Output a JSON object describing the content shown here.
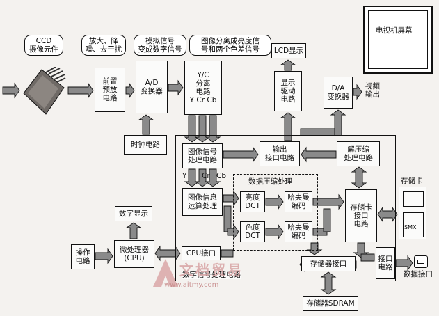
{
  "ccd": {
    "label": "CCD\n摄像元件"
  },
  "callouts": {
    "noise": "放大、降\n噪、去干扰",
    "adc": "模拟信号\n变成数字信号",
    "yc": "图像分离成亮度信\n号和两个色差信号"
  },
  "blocks": {
    "preamp": "前置\n预放\n电路",
    "ad": "A/D\n变换器",
    "yc_sep": "Y/C\n分离\n电路\nY Cr Cb",
    "clock": "时钟电路",
    "lcd": "LCD显示",
    "lcd_drv": "显示\n驱动\n电路",
    "da": "D/A\n变换器",
    "video_out": "视频\n输出",
    "tv_screen": "电视机屏幕",
    "img_proc": "图像信号\n处理电路",
    "out_if": "输出\n接口电路",
    "decomp": "解压缩\n处理电路",
    "img_info": "图像信息\n运算处理",
    "luma_dct": "亮度\nDCT",
    "chroma_dct": "色度\nDCT",
    "huff1": "哈夫曼\n编码",
    "huff2": "哈夫曼\n编码",
    "card_if": "存储卡\n接口\n电路",
    "card_port": "接口\n电路",
    "data_port": "数据接口",
    "mem_if": "存储器接口",
    "sdram": "存储器SDRAM",
    "cpu_if": "CPU接口",
    "cpu": "微处理器\n(CPU)",
    "op": "操作\n电路",
    "digital_disp": "数字显示",
    "card_label": "存储卡",
    "card_smx": "SMX"
  },
  "labels": {
    "compress_title": "数据压缩处理",
    "dsp_title": "数字信号处理电路",
    "y": "Y",
    "cr": "Cr",
    "cb": "Cb"
  },
  "watermark": {
    "brand": "文档贸易",
    "url": "www.aitmy.com"
  }
}
